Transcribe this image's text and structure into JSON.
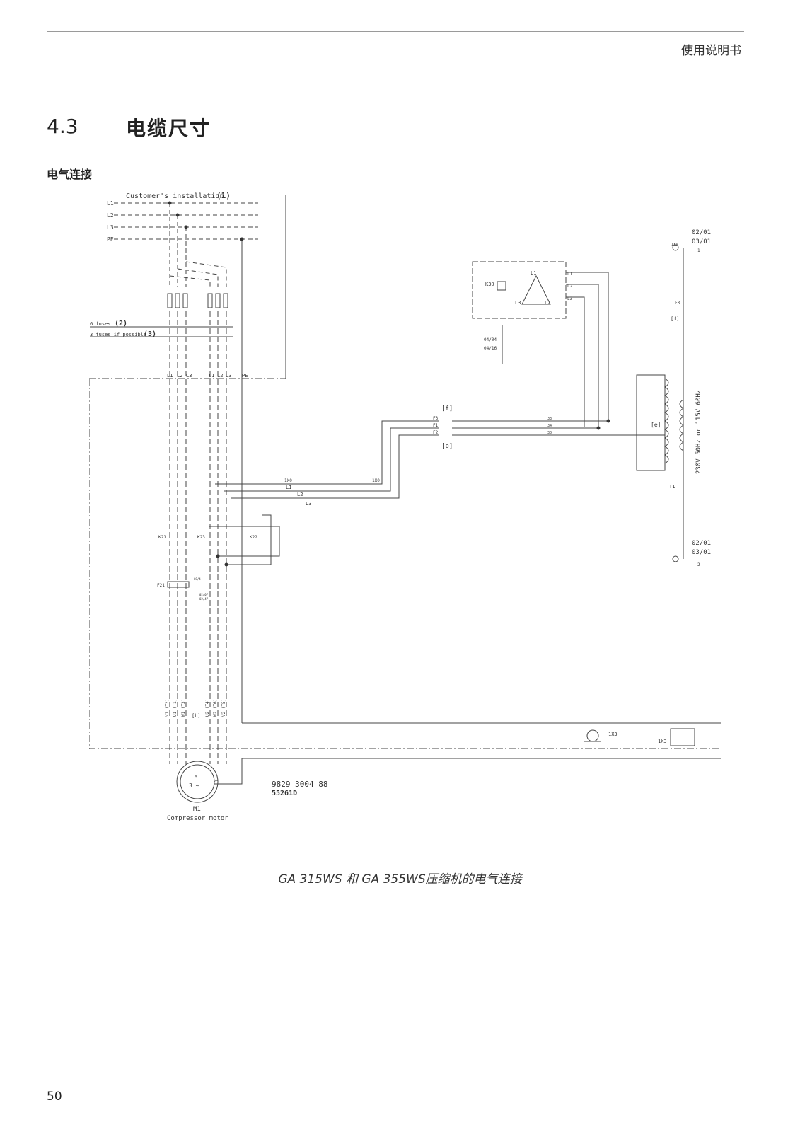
{
  "header": {
    "title": "使用说明书"
  },
  "section": {
    "number": "4.3",
    "title": "电缆尺寸"
  },
  "subheading": "电气连接",
  "schematic": {
    "customer_installation": "Customer's installation",
    "note_1": "(1)",
    "phases": [
      "L1",
      "L2",
      "L3",
      "PE"
    ],
    "fuses_6": "6 fuses",
    "note_2": "(2)",
    "fuses_3": "3 fuses if possible",
    "note_3": "(3)",
    "terminal_labels": [
      "L1",
      "L2",
      "L3",
      "L1",
      "L2",
      "L3",
      "PE"
    ],
    "k30": "K30",
    "phase_relay_in": [
      "L1",
      "L2",
      "L3"
    ],
    "phase_relay_out": [
      "L1",
      "L2",
      "L3"
    ],
    "relay_contacts": [
      "04/04",
      "04/16"
    ],
    "fuse_bracket_top": "[f]",
    "fuse_bracket_bottom": "[p]",
    "fuses": [
      "F3",
      "F1",
      "F2"
    ],
    "fuse_wire_numbers": [
      "33",
      "34",
      "30"
    ],
    "terminal_1x0": "1X0",
    "terminal_1x0_b": "1X0",
    "bus_labels": [
      "L1",
      "L2",
      "L3"
    ],
    "transformer_bracket": "[e]",
    "transformer_t1": "T1",
    "transformer_voltage": "230V 50Hz or 115V 60Hz",
    "top_right_refs": [
      "02/01",
      "03/01"
    ],
    "bottom_right_refs": [
      "02/01",
      "03/01"
    ],
    "terminal_1x4": "1X4",
    "wire_1": "1",
    "wire_2": "2",
    "fuse_f3": "F3",
    "fuse_f3_bracket": "[f]",
    "contactor_k21": "K21",
    "contactor_k23": "K23",
    "contactor_k22": "K22",
    "overload_f21": "F21",
    "overload_contacts": [
      "08/4",
      "02/07",
      "02/47"
    ],
    "motor_terminals": [
      "V1 (T2)",
      "U1 (T1)",
      "W1 (T3)",
      "U2 (T4)",
      "W2 (T6)",
      "V2 (T5)"
    ],
    "motor_bracket": "[b]",
    "motor_symbol": "M",
    "motor_phase": "3 ~",
    "motor_pe": "PE",
    "motor_id": "M1",
    "motor_label": "Compressor motor",
    "earth_terminal": "1X3",
    "earth_terminal_2": "1X3",
    "doc_number": "9829 3004 88",
    "doc_code": "55261D"
  },
  "figure_caption": "GA 315WS 和  GA 355WS压缩机的电气连接",
  "page_number": "50"
}
